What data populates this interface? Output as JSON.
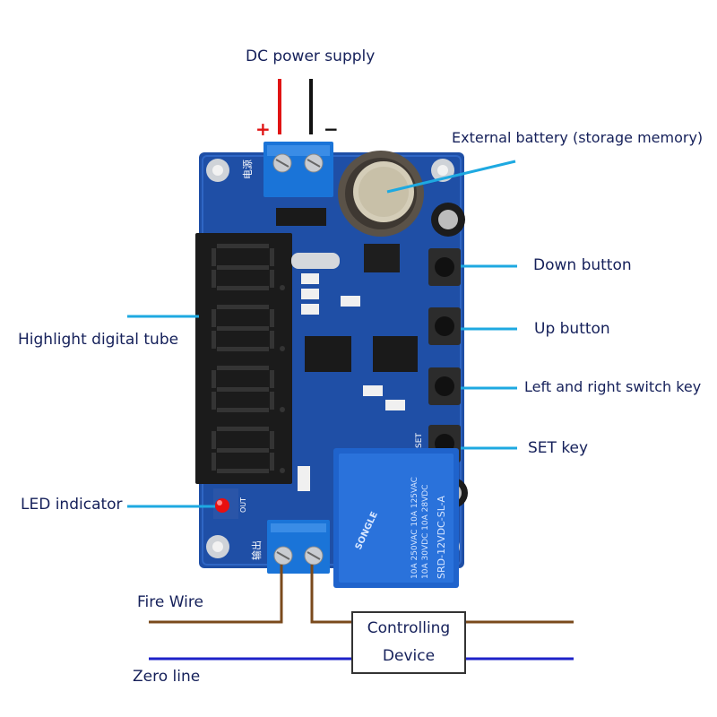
{
  "labels": {
    "dc_power_supply": "DC power supply",
    "plus": "+",
    "minus": "−",
    "external_battery": "External battery (storage memory)",
    "down_button": "Down button",
    "up_button": "Up button",
    "left_right_key": "Left and right switch key",
    "set_key": "SET key",
    "highlight_digital_tube": "Highlight digital tube",
    "led_indicator": "LED indicator",
    "fire_wire": "Fire Wire",
    "zero_line": "Zero line",
    "controlling": "Controlling",
    "device": "Device"
  },
  "board_text": {
    "power_terminal": "电源",
    "output_terminal": "输出",
    "relay_brand": "SONGLE",
    "relay_model": "SRD-12VDC-SL-A",
    "relay_rating_1": "10A 250VAC 10A 125VAC",
    "relay_rating_2": "10A 30VDC 10A 28VDC",
    "set_silk": "SET",
    "out_silk": "OUT"
  },
  "colors": {
    "pcb": "#1f4fa6",
    "callout_line": "#1ea9e1",
    "label_text": "#15205a",
    "fire_wire": "#7a4a1c",
    "zero_line": "#1e22c8",
    "power_positive": "#e01414",
    "power_negative": "#111111",
    "terminal_block": "#1a74d8",
    "relay": "#1f63cc",
    "led": "#e81010"
  }
}
